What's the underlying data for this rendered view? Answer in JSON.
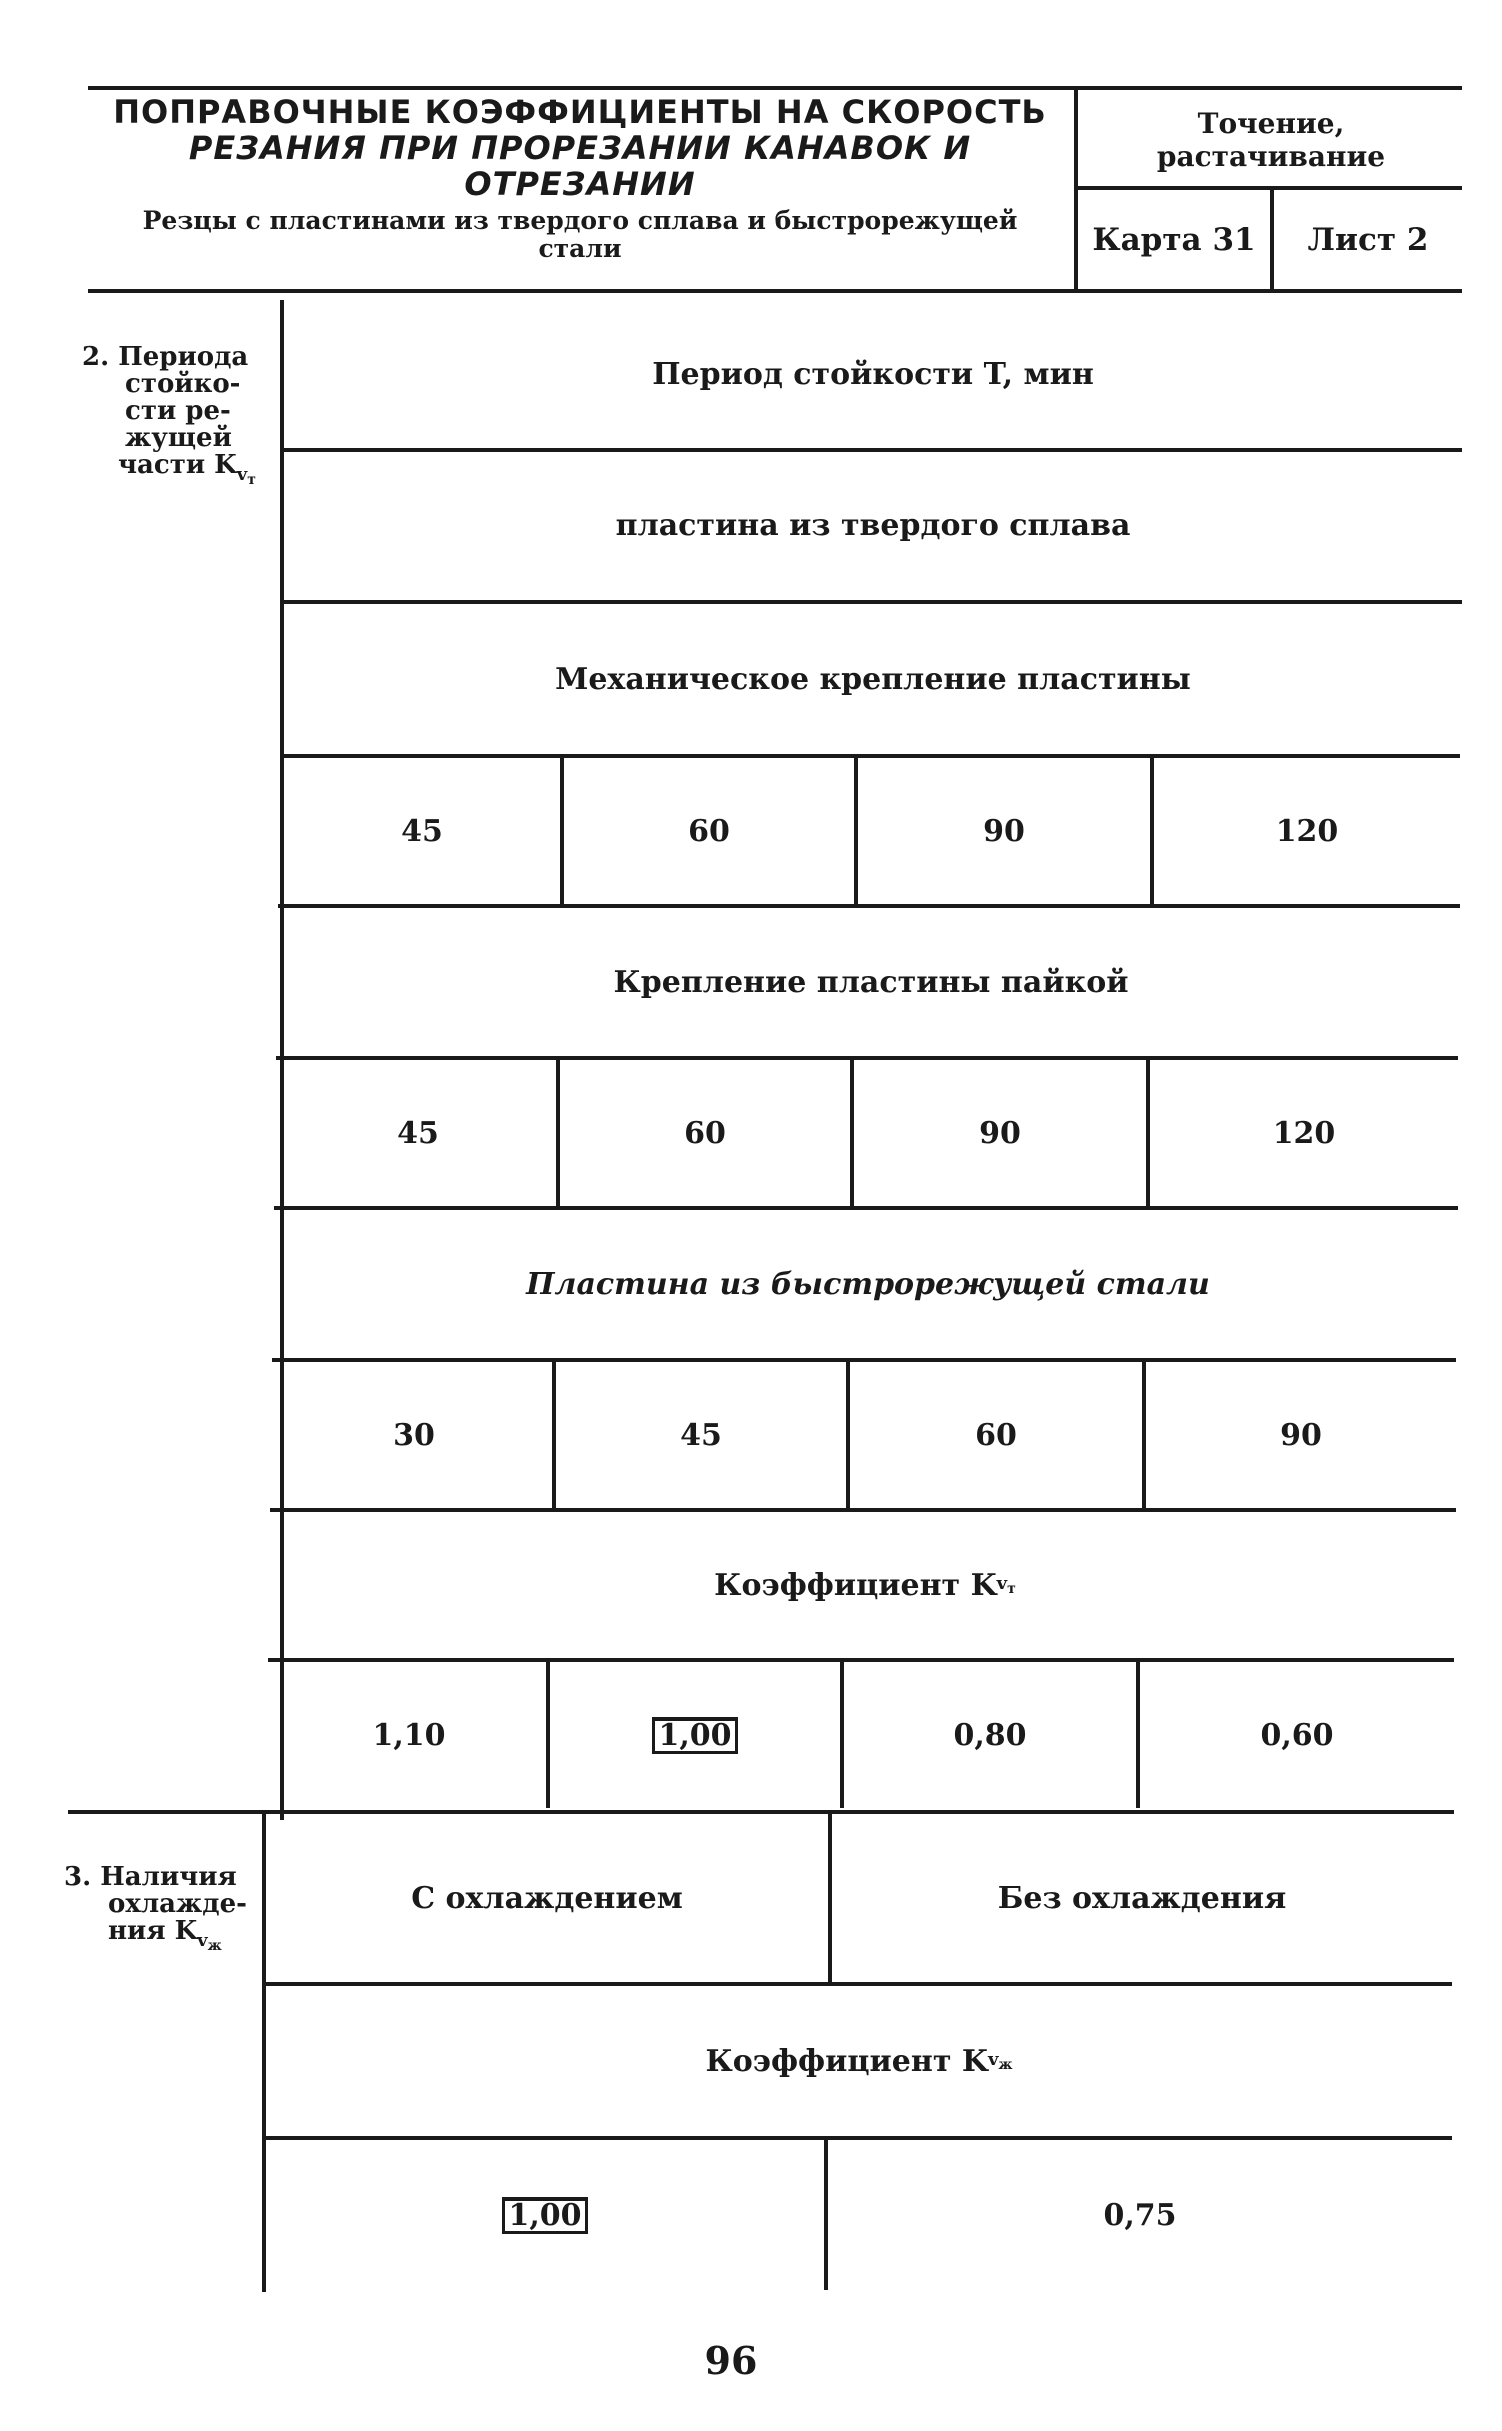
{
  "header": {
    "title_line1": "ПОПРАВОЧНЫЕ КОЭФФИЦИЕНТЫ НА СКОРОСТЬ",
    "title_line2": "РЕЗАНИЯ ПРИ ПРОРЕЗАНИИ КАНАВОК И ОТРЕЗАНИИ",
    "subtitle_line1": "Резцы с пластинами из твердого сплава и быстрорежущей",
    "subtitle_line2": "стали",
    "operation": "Точение, растачивание",
    "card": "Карта 31",
    "sheet": "Лист 2"
  },
  "section2": {
    "label_lines": [
      "2. Периода",
      "стойко-",
      "сти ре-",
      "жущей",
      "части K"
    ],
    "label_sub": "v",
    "label_subsub": "т",
    "period_header": "Период стойкости T, мин",
    "hard_alloy_header": "пластина из твердого сплава",
    "mechanical_header": "Механическое крепление пластины",
    "mechanical_values": [
      "45",
      "60",
      "90",
      "120"
    ],
    "soldered_header": "Крепление пластины пайкой",
    "soldered_values": [
      "45",
      "60",
      "90",
      "120"
    ],
    "hss_header": "Пластина из быстрорежущей стали",
    "hss_values": [
      "30",
      "45",
      "60",
      "90"
    ],
    "coef_header": "Коэффициент K",
    "coef_sub": "v",
    "coef_subsub": "т",
    "coef_values": [
      "1,10",
      "1,00",
      "0,80",
      "0,60"
    ]
  },
  "section3": {
    "label_lines": [
      "3. Наличия",
      "охлажде-",
      "ния K"
    ],
    "label_sub": "v",
    "label_subsub": "ж",
    "with_cooling": "С охлаждением",
    "without_cooling": "Без охлаждения",
    "coef_header": "Коэффициент K",
    "coef_sub": "v",
    "coef_subsub": "ж",
    "coef_values": [
      "1,00",
      "0,75"
    ]
  },
  "page_number": "96"
}
